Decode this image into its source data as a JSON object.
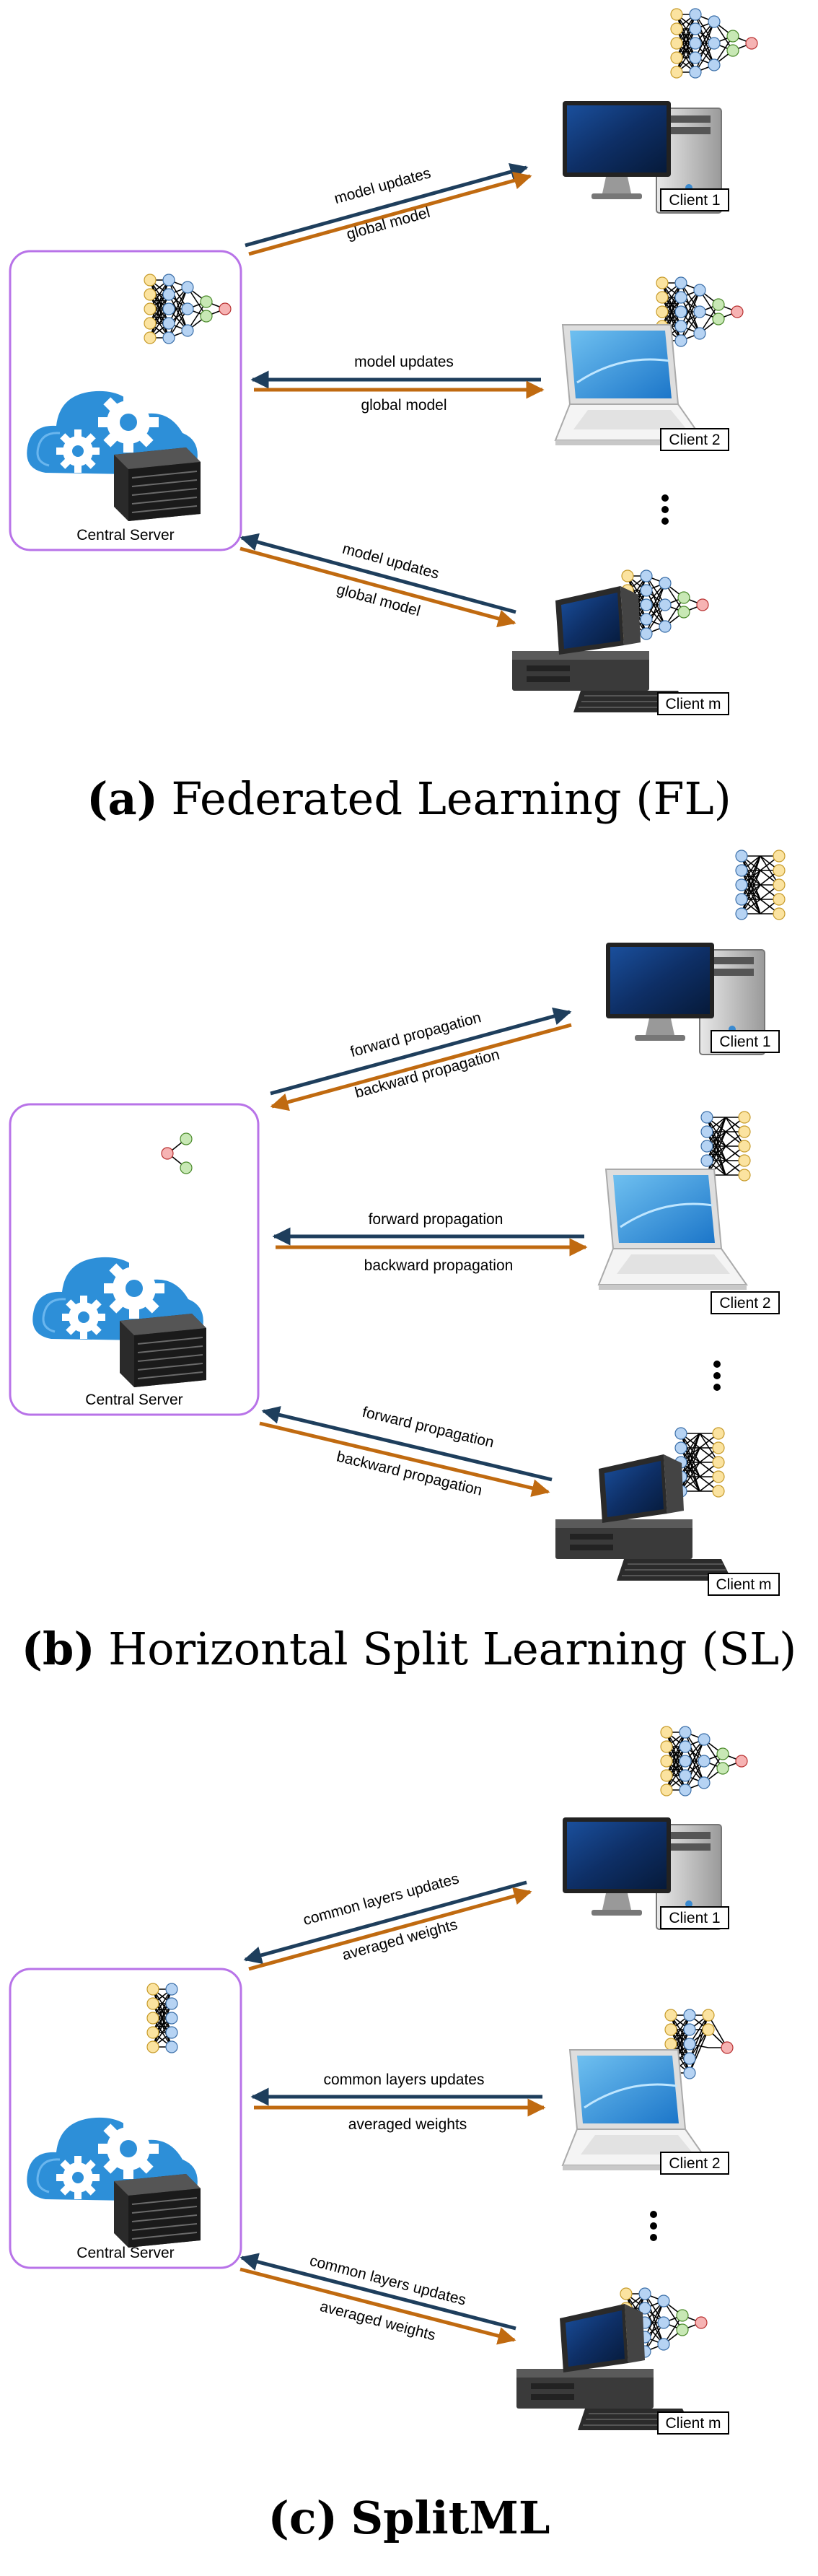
{
  "panels": [
    {
      "caption_tag": "(a)",
      "caption_title": "Federated Learning (FL)",
      "server_label": "Central Server",
      "arrows": [
        {
          "up": "model updates",
          "down": "global model"
        },
        {
          "up": "model updates",
          "down": "global model"
        },
        {
          "up": "model updates",
          "down": "global model"
        }
      ],
      "clients": [
        "Client 1",
        "Client 2",
        "Client m"
      ]
    },
    {
      "caption_tag": "(b)",
      "caption_title": "Horizontal Split Learning (SL)",
      "server_label": "Central Server",
      "arrows": [
        {
          "up": "forward propagation",
          "down": "backward propagation"
        },
        {
          "up": "forward propagation",
          "down": "backward propagation"
        },
        {
          "up": "forward propagation",
          "down": "backward propagation"
        }
      ],
      "clients": [
        "Client 1",
        "Client 2",
        "Client m"
      ]
    },
    {
      "caption_tag": "(c)",
      "caption_title": "SplitML",
      "server_label": "Central Server",
      "arrows": [
        {
          "up": "common layers updates",
          "down": "averaged weights"
        },
        {
          "up": "common layers updates",
          "down": "averaged weights"
        },
        {
          "up": "common layers updates",
          "down": "averaged weights"
        }
      ],
      "clients": [
        "Client 1",
        "Client 2",
        "Client m"
      ]
    }
  ],
  "colors": {
    "frame": "#b873e8",
    "arrow_up": "#1e3e5c",
    "arrow_down": "#c06a10",
    "node_yellow": "#fbe3a0",
    "node_blue": "#b6d3f3",
    "node_green": "#c8e8b5",
    "node_red": "#f6b3b3",
    "cloud": "#2d8fd8"
  },
  "icons": [
    "cloud-gears-server-icon",
    "desktop-computer-icon",
    "laptop-icon",
    "workstation-computer-icon",
    "neural-network-icon",
    "vertical-ellipsis-icon"
  ]
}
